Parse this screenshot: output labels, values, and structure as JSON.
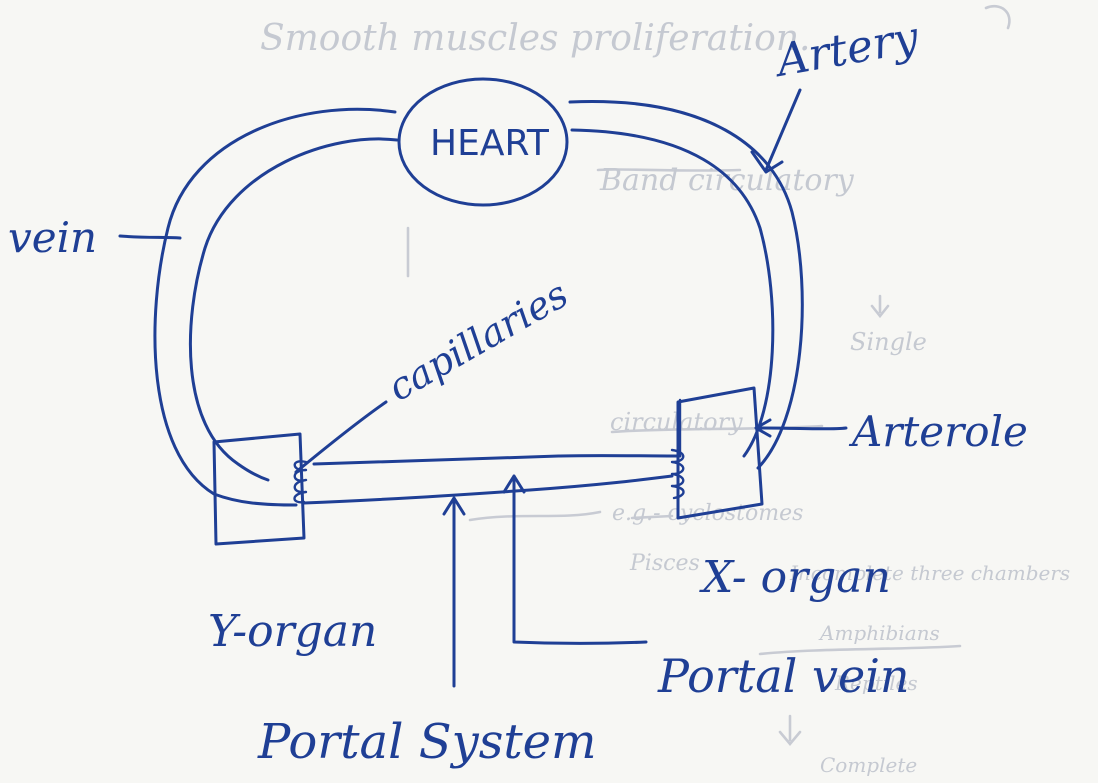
{
  "diagram": {
    "labels": {
      "heart": "HEART",
      "artery": "Artery",
      "vein": "vein",
      "capillaries": "capillaries",
      "arteriole": "Arterole",
      "x_organ": "X- organ",
      "y_organ": "Y-organ",
      "portal_vein": "Portal vein",
      "portal_system": "Portal System"
    },
    "ink_color": "#1f3f95",
    "paper_color": "#f7f7f4",
    "show_through_color": "#c5c9d1"
  }
}
